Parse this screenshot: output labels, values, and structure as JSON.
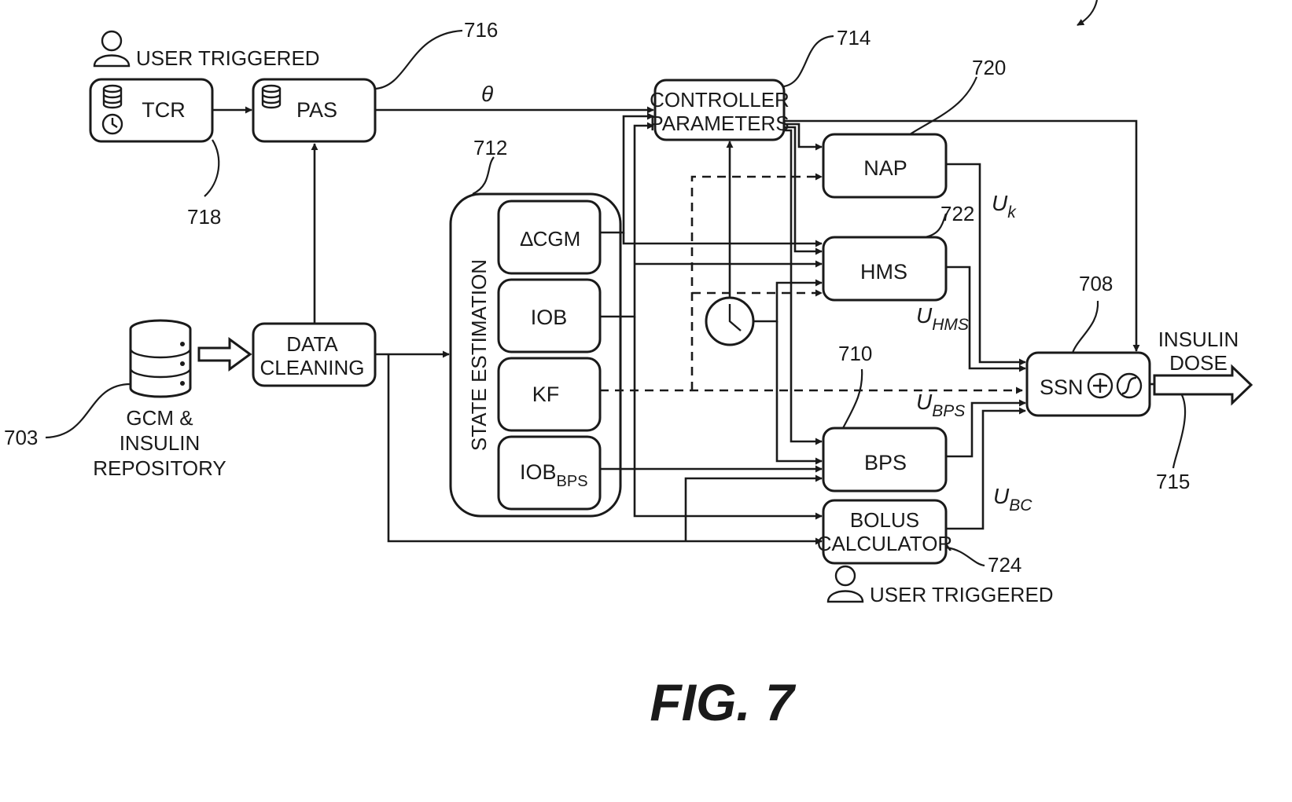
{
  "blocks": {
    "tcr": "TCR",
    "pas": "PAS",
    "controller_parameters": [
      "CONTROLLER",
      "PARAMETERS"
    ],
    "nap": "NAP",
    "hms": "HMS",
    "ssn": "SSN",
    "bps": "BPS",
    "bolus_calculator": [
      "BOLUS",
      "CALCULATOR"
    ],
    "data_cleaning": [
      "DATA",
      "CLEANING"
    ],
    "state_estimation": "STATE ESTIMATION",
    "delta_cgm": "∆CGM",
    "iob": "IOB",
    "kf": "KF",
    "iob_bps_base": "IOB",
    "iob_bps_sub": "BPS",
    "repository": [
      "GCM &",
      "INSULIN",
      "REPOSITORY"
    ],
    "insulin_dose": [
      "INSULIN",
      "DOSE"
    ]
  },
  "user_triggered": "USER TRIGGERED",
  "signals": {
    "theta": "θ",
    "u_k": "U",
    "u_k_sub": "k",
    "u_hms": "U",
    "u_hms_sub": "HMS",
    "u_bps": "U",
    "u_bps_sub": "BPS",
    "u_bc": "U",
    "u_bc_sub": "BC"
  },
  "refs": {
    "r703": "703",
    "r708": "708",
    "r710": "710",
    "r712": "712",
    "r714": "714",
    "r715": "715",
    "r716": "716",
    "r718": "718",
    "r720": "720",
    "r722": "722",
    "r724": "724"
  },
  "figure_label": "FIG. 7"
}
